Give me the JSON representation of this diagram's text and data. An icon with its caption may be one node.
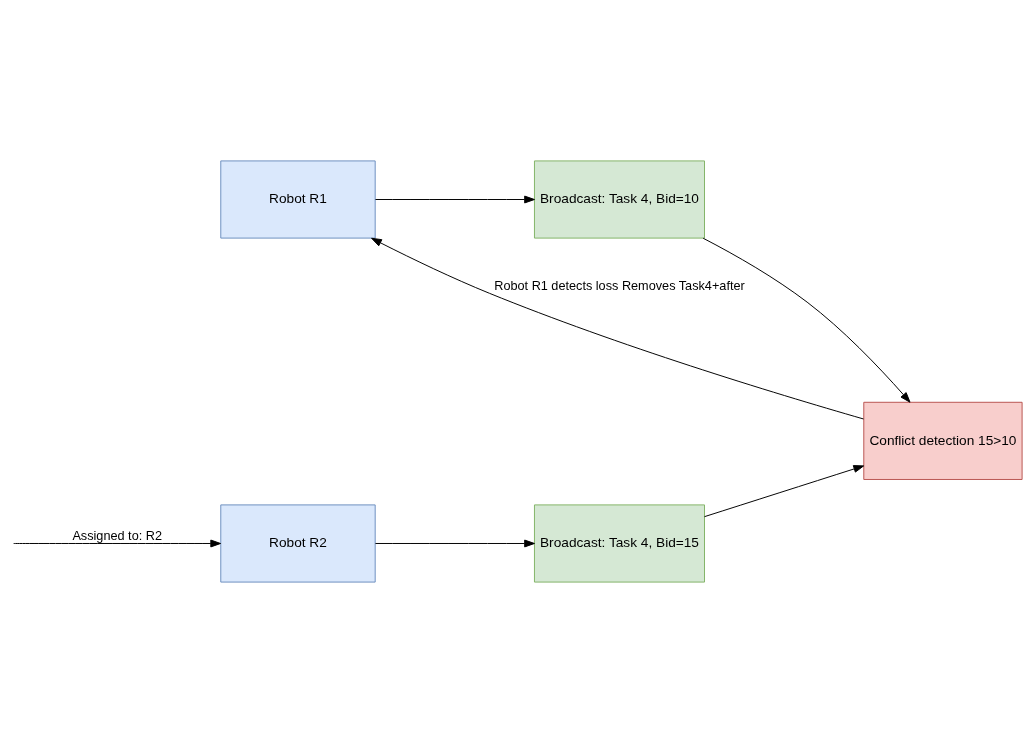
{
  "diagram": {
    "nodes": [
      {
        "text": [
          "Robot R1"
        ]
      },
      {
        "text": [
          "Broadcast: Task 4, Bid=10"
        ]
      },
      {
        "text": [
          "Conflict detection 15>10"
        ]
      },
      {
        "text": [
          "Robot R2"
        ]
      },
      {
        "text": [
          "Broadcast: Task 4, Bid=15"
        ]
      }
    ],
    "edges": [
      {
        "from": 0,
        "to": 1,
        "arrow": "to"
      },
      {
        "from": 1,
        "to": 2,
        "arrow": "to"
      },
      {
        "from": 3,
        "to": 4,
        "arrow": "to"
      },
      {
        "from": 4,
        "to": 2,
        "arrow": "to"
      },
      {
        "from": 2,
        "to": 0,
        "arrow": "to",
        "label": "Robot R1 detects loss Removes Task4+after"
      },
      {
        "from": null,
        "to": 3,
        "arrow": "to",
        "label": "Assigned to: R2"
      }
    ]
  }
}
